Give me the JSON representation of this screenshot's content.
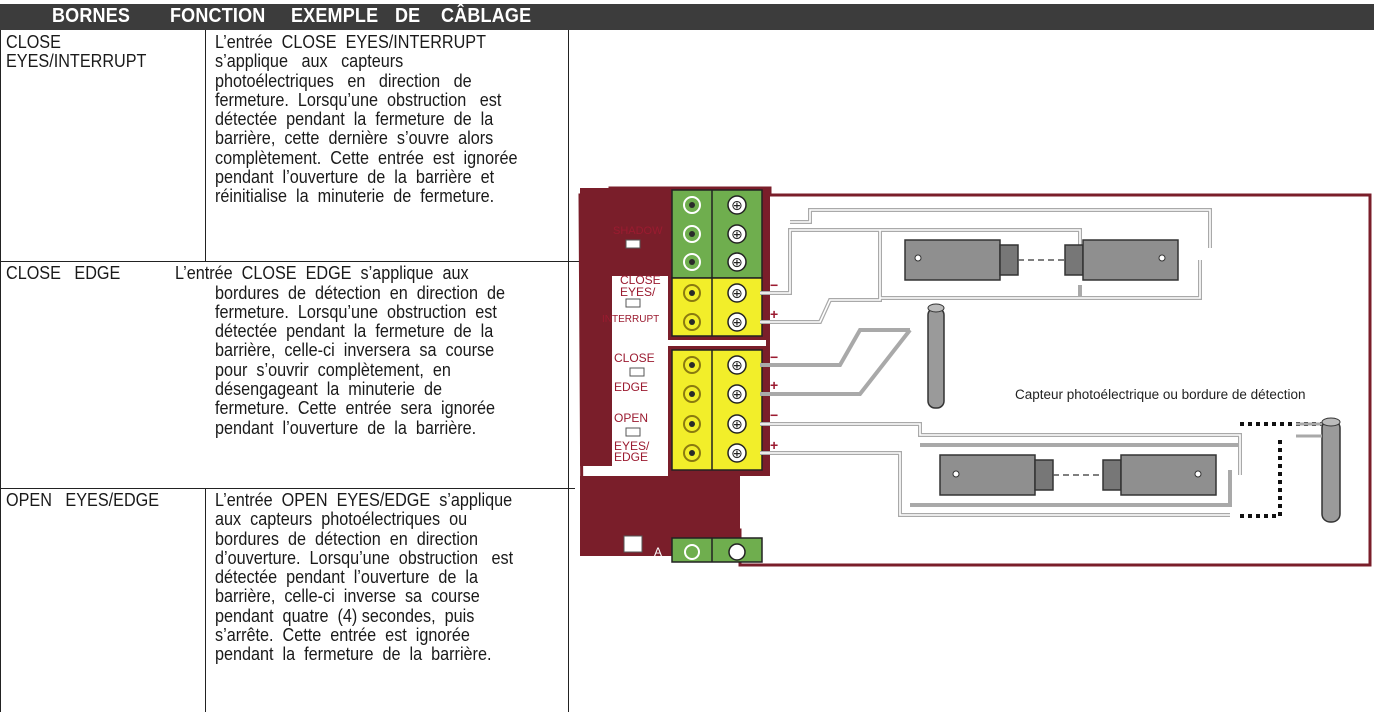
{
  "header": {
    "col1": "BORNES",
    "col2": "FONCTION",
    "col3": "EXEMPLE",
    "col4": "DE",
    "col5": "CÂBLAGE"
  },
  "rows": [
    {
      "terminal": "CLOSE\nEYES/INTERRUPT",
      "text": "L’entrée  CLOSE  EYES/INTERRUPT\ns’applique   aux   capteurs\nphotoélectriques   en   direction   de\nfermeture.  Lorsqu’une  obstruction   est\ndétectée  pendant  la  fermeture  de  la\nbarrière,  cette  dernière  s’ouvre  alors\ncomplètement.  Cette  entrée  est  ignorée\npendant  l’ouverture  de  la  barrière  et\nréinitialise  la  minuterie  de  fermeture."
    },
    {
      "terminal": "CLOSE   EDGE",
      "text_first": "L’entrée  CLOSE  EDGE  s’applique  aux",
      "text": "bordures  de  détection  en  direction  de\nfermeture.  Lorsqu’une  obstruction  est\ndétectée  pendant  la  fermeture  de  la\nbarrière,  celle-ci  inversera  sa  course\npour  s’ouvrir  complètement,  en\ndésengageant  la  minuterie  de\nfermeture.  Cette  entrée  sera  ignorée\npendant  l’ouverture  de  la  barrière."
    },
    {
      "terminal": "OPEN   EYES/EDGE",
      "text": "L’entrée  OPEN  EYES/EDGE  s’applique\naux  capteurs  photoélectriques  ou\nbordures  de  détection  en  direction\nd’ouverture.  Lorsqu’une  obstruction   est\ndétectée  pendant  l’ouverture  de  la\nbarrière,  celle-ci  inverse  sa  course\npendant  quatre  (4) secondes,  puis\ns’arrête.  Cette  entrée  est  ignorée\npendant  la  fermeture  de  la  barrière."
    }
  ],
  "diagram": {
    "caption": "Capteur photoélectrique ou bordure de détection",
    "labels": {
      "shadow": "SHADOW",
      "close_eyes_1": "CLOSE",
      "close_eyes_2": "EYES/",
      "close_eyes_3": "INTERRUPT",
      "close_edge_1": "CLOSE",
      "close_edge_2": "EDGE",
      "open_1": "OPEN",
      "open_2": "EYES/",
      "open_3": "EDGE",
      "a": "A",
      "minus": "−",
      "plus": "+"
    },
    "colors": {
      "maroon": "#7a1e2a",
      "terminal_green": "#6fae4e",
      "terminal_yellow": "#f2ee2a",
      "wire_gray": "#a9a9a9",
      "sensor_gray": "#8f8f8f",
      "label_red": "#9b1b30"
    }
  }
}
